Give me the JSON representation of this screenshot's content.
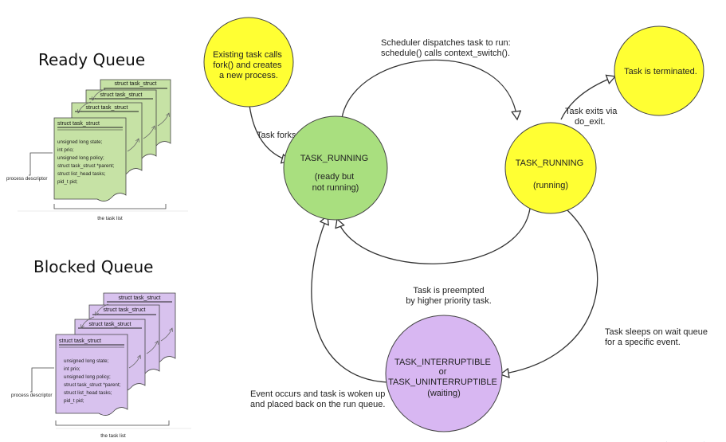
{
  "left_panel": {
    "ready_title": "Ready Queue",
    "blocked_title": "Blocked Queue",
    "card_header": "struct task_struct",
    "fields": [
      "unsigned long state;",
      "int prio;",
      "unsigned long policy;",
      "struct task_struct *parent;",
      "struct list_head tasks;",
      "pid_t pid;"
    ],
    "descriptor_label": "process descriptor",
    "list_label": "the task list",
    "ready_color": "#c6e2a5",
    "blocked_color": "#d8c2ee"
  },
  "nodes": {
    "fork": {
      "lines": [
        "Existing task calls",
        "fork() and creates",
        "a new process."
      ],
      "color": "#ffff33"
    },
    "ready": {
      "lines": [
        "TASK_RUNNING",
        "",
        "(ready but",
        "not running)"
      ],
      "color": "#a9df7f"
    },
    "running": {
      "lines": [
        "TASK_RUNNING",
        "",
        "(running)"
      ],
      "color": "#ffff33"
    },
    "terminated": {
      "lines": [
        "Task is terminated."
      ],
      "color": "#ffff33"
    },
    "waiting": {
      "lines": [
        "TASK_INTERRUPTIBLE",
        "or",
        "TASK_UNINTERRUPTIBLE",
        "(waiting)"
      ],
      "color": "#d8b7f2"
    }
  },
  "edges": {
    "forks": [
      "Task forks."
    ],
    "dispatch": [
      "Scheduler dispatches task to run:",
      "schedule() calls context_switch()."
    ],
    "exit": [
      "Task exits via",
      "do_exit."
    ],
    "preempt": [
      "Task is preempted",
      "by higher priority task."
    ],
    "sleep": [
      "Task sleeps on wait queue",
      "for a specific event."
    ],
    "wake": [
      "Event occurs and task is woken up",
      "and placed back on the run queue."
    ]
  }
}
